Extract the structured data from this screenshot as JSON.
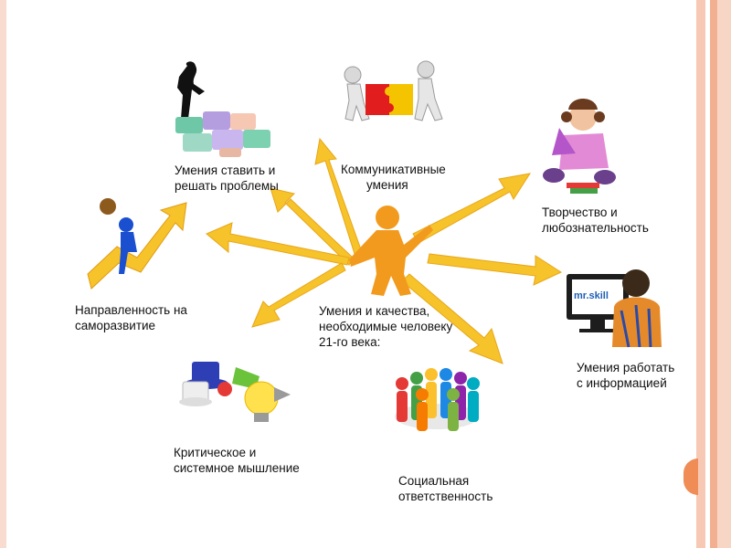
{
  "slide": {
    "background": "#ffffff",
    "frame_colors": [
      "#f7c9b4",
      "#f3b091",
      "#f8d6c6",
      "#f08c55"
    ]
  },
  "diagram": {
    "center": {
      "label_lines": [
        "Умения и качества,",
        "необходимые человеку",
        "21-го века:"
      ],
      "icon": "orange-person-figure"
    },
    "arrow_color": "#f6c32b",
    "nodes": [
      {
        "id": "problems",
        "lines": [
          "Умения ставить и",
          "решать проблемы"
        ],
        "icon": "puzzle-thinker-icon"
      },
      {
        "id": "communication",
        "lines": [
          "Коммуникативные",
          "умения"
        ],
        "icon": "puzzle-handshake-icon"
      },
      {
        "id": "creativity",
        "lines": [
          "Творчество и",
          "любознательность"
        ],
        "icon": "reading-girl-icon"
      },
      {
        "id": "self-development",
        "lines": [
          "Направленность на",
          "саморазвитие"
        ],
        "icon": "rising-arrow-climber-icon"
      },
      {
        "id": "information",
        "lines": [
          "Умения работать",
          "с информацией"
        ],
        "icon": "computer-user-icon",
        "screen_text": "mr.skill"
      },
      {
        "id": "critical-thinking",
        "lines": [
          "Критическое и",
          "системное мышление"
        ],
        "icon": "hats-lightbulb-icon"
      },
      {
        "id": "social",
        "lines": [
          "Социальная",
          "ответственность"
        ],
        "icon": "people-circle-icon"
      }
    ]
  }
}
